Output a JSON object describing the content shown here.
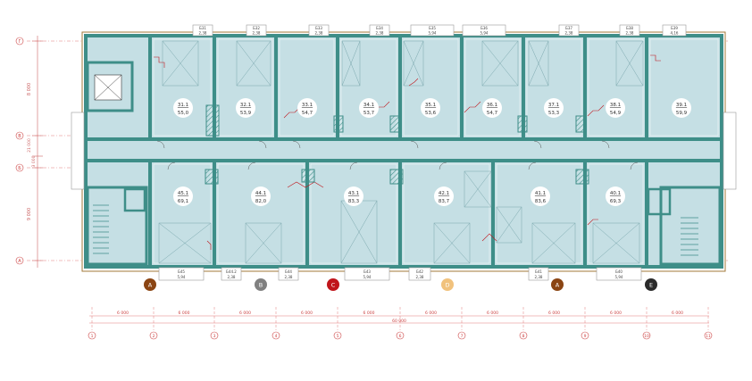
{
  "grid_letters": [
    "Г",
    "В",
    "Б",
    "А"
  ],
  "grid_numbers": [
    "1",
    "2",
    "3",
    "4",
    "5",
    "6",
    "7",
    "8",
    "9",
    "10",
    "11"
  ],
  "left_dims": [
    "8 000",
    "21 000",
    "3 000",
    "9 000"
  ],
  "bottom_spans": [
    "6 000",
    "6 000",
    "6 000",
    "6 000",
    "6 000",
    "6 000",
    "6 000",
    "6 000",
    "6 000",
    "6 000"
  ],
  "total_dim": "60 000",
  "top_rooms": [
    {
      "id": "31.1",
      "area": "55,0"
    },
    {
      "id": "32.1",
      "area": "53,9"
    },
    {
      "id": "33.1",
      "area": "54,7"
    },
    {
      "id": "34.1",
      "area": "53,7"
    },
    {
      "id": "35.1",
      "area": "53,6"
    },
    {
      "id": "36.1",
      "area": "54,7"
    },
    {
      "id": "37.1",
      "area": "53,3"
    },
    {
      "id": "38.1",
      "area": "54,9"
    },
    {
      "id": "39.1",
      "area": "59,9"
    }
  ],
  "bottom_rooms": [
    {
      "id": "45.1",
      "area": "69,1"
    },
    {
      "id": "44.1",
      "area": "82,0"
    },
    {
      "id": "43.1",
      "area": "83,3"
    },
    {
      "id": "42.1",
      "area": "83,7"
    },
    {
      "id": "41.1",
      "area": "83,6"
    },
    {
      "id": "40.1",
      "area": "69,3"
    }
  ],
  "top_balconies": [
    {
      "id": "Б31",
      "area": "2,38"
    },
    {
      "id": "Б32",
      "area": "2,38"
    },
    {
      "id": "Б33",
      "area": "2,38"
    },
    {
      "id": "Б34",
      "area": "2,38"
    },
    {
      "id": "Б35",
      "area": "5,94"
    },
    {
      "id": "Б36",
      "area": "5,94"
    },
    {
      "id": "Б37",
      "area": "2,38"
    },
    {
      "id": "Б38",
      "area": "2,38"
    },
    {
      "id": "Б39",
      "area": "4,16"
    }
  ],
  "bottom_balconies": [
    {
      "id": "Б45",
      "area": "5,94"
    },
    {
      "id": "Б44.2",
      "area": "2,38"
    },
    {
      "id": "Б44",
      "area": "2,38"
    },
    {
      "id": "Б43",
      "area": "5,94"
    },
    {
      "id": "Б42",
      "area": "2,38"
    },
    {
      "id": "Б41",
      "area": "2,38"
    },
    {
      "id": "Б40",
      "area": "5,94"
    }
  ],
  "markers": [
    {
      "label": "A",
      "color": "#8b4513"
    },
    {
      "label": "B",
      "color": "#808080"
    },
    {
      "label": "C",
      "color": "#c0151b"
    },
    {
      "label": "D",
      "color": "#f1c27d"
    },
    {
      "label": "A",
      "color": "#8b4513"
    },
    {
      "label": "E",
      "color": "#2b2b2b"
    }
  ],
  "colors": {
    "floor": "#c5dfe4",
    "wall": "#3e8e88",
    "wall_dark": "#2f6f6a",
    "grid_line": "#e07a7a",
    "outer_frame": "#a3793a"
  }
}
